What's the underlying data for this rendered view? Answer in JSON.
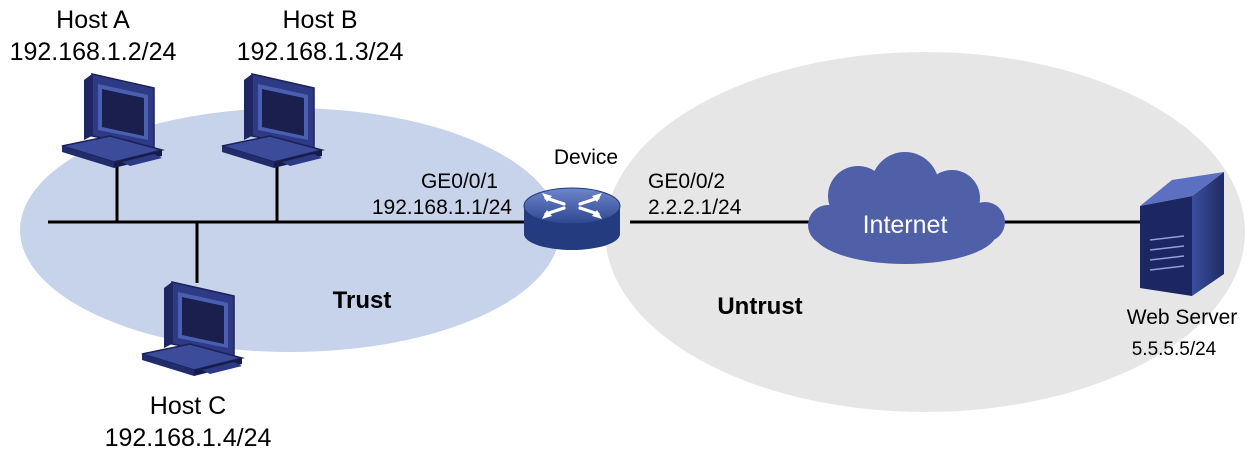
{
  "zones": {
    "trust": {
      "label": "Trust",
      "color": "#c7d3ea"
    },
    "untrust": {
      "label": "Untrust",
      "color": "#e6e6e6"
    }
  },
  "hosts": [
    {
      "id": "host-a",
      "name": "Host A",
      "ip": "192.168.1.2/24"
    },
    {
      "id": "host-b",
      "name": "Host B",
      "ip": "192.168.1.3/24"
    },
    {
      "id": "host-c",
      "name": "Host C",
      "ip": "192.168.1.4/24"
    }
  ],
  "device": {
    "name": "Device",
    "icon": "router-switch-icon",
    "interfaces": [
      {
        "name": "GE0/0/1",
        "ip": "192.168.1.1/24"
      },
      {
        "name": "GE0/0/2",
        "ip": "2.2.2.1/24"
      }
    ]
  },
  "internet": {
    "label": "Internet",
    "icon": "cloud-icon",
    "color": "#4f5fa8"
  },
  "server": {
    "name": "Web Server",
    "ip": "5.5.5.5/24",
    "icon": "server-icon"
  },
  "colors": {
    "device_primary": "#3f5aa6",
    "icon_dark": "#27306f",
    "screen": "#3a4d9a"
  }
}
